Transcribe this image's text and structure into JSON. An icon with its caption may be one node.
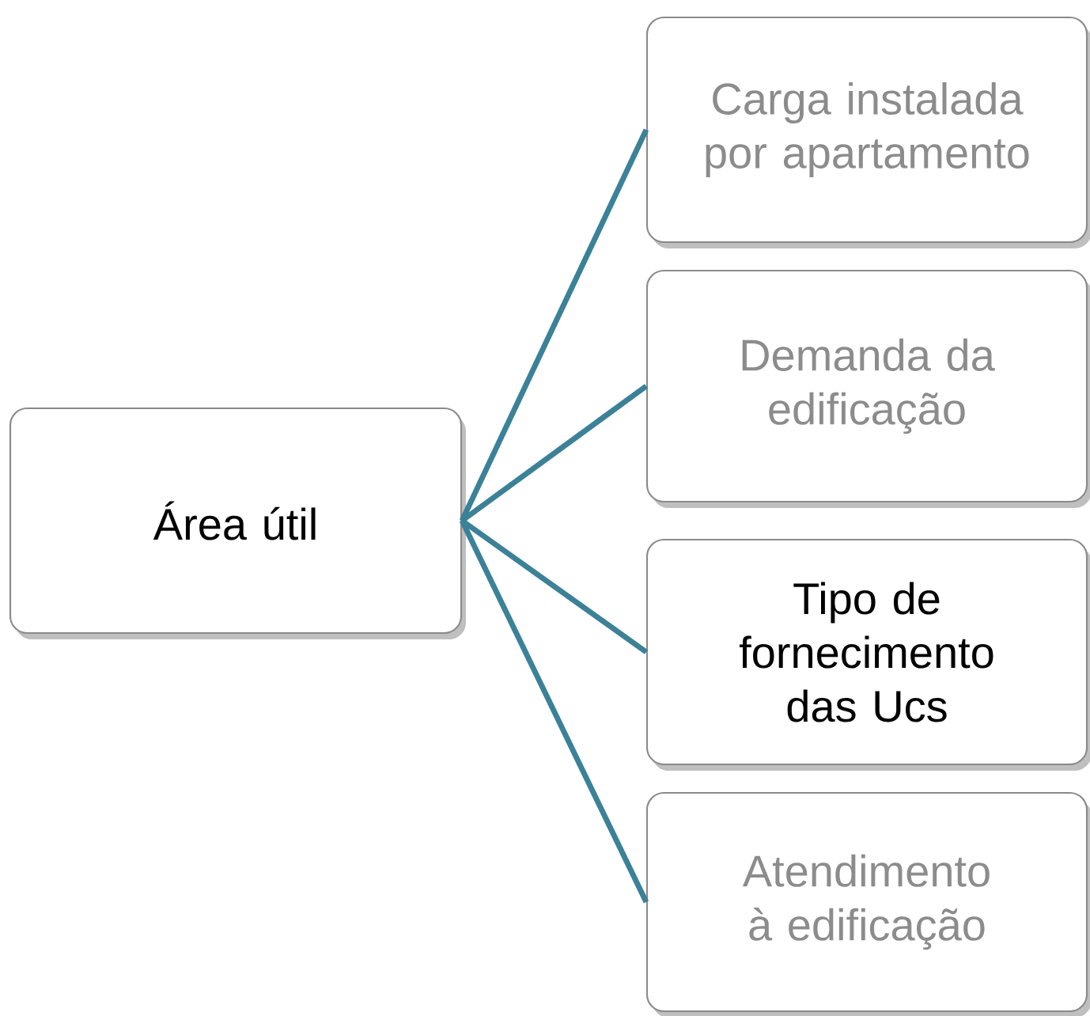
{
  "diagram": {
    "nodes": [
      {
        "text": [
          "Área útil"
        ]
      },
      {
        "text": [
          "Carga instalada por apartamento"
        ]
      },
      {
        "text": [
          "Demanda da edificação"
        ]
      },
      {
        "text": [
          "Tipo de fornecimento das Ucs"
        ]
      },
      {
        "text": [
          "Atendimento à edificação"
        ]
      }
    ],
    "edges": [
      {
        "from": 0,
        "to": 1,
        "arrow": "none"
      },
      {
        "from": 0,
        "to": 2,
        "arrow": "none"
      },
      {
        "from": 0,
        "to": 3,
        "arrow": "none"
      },
      {
        "from": 0,
        "to": 4,
        "arrow": "none"
      }
    ]
  }
}
